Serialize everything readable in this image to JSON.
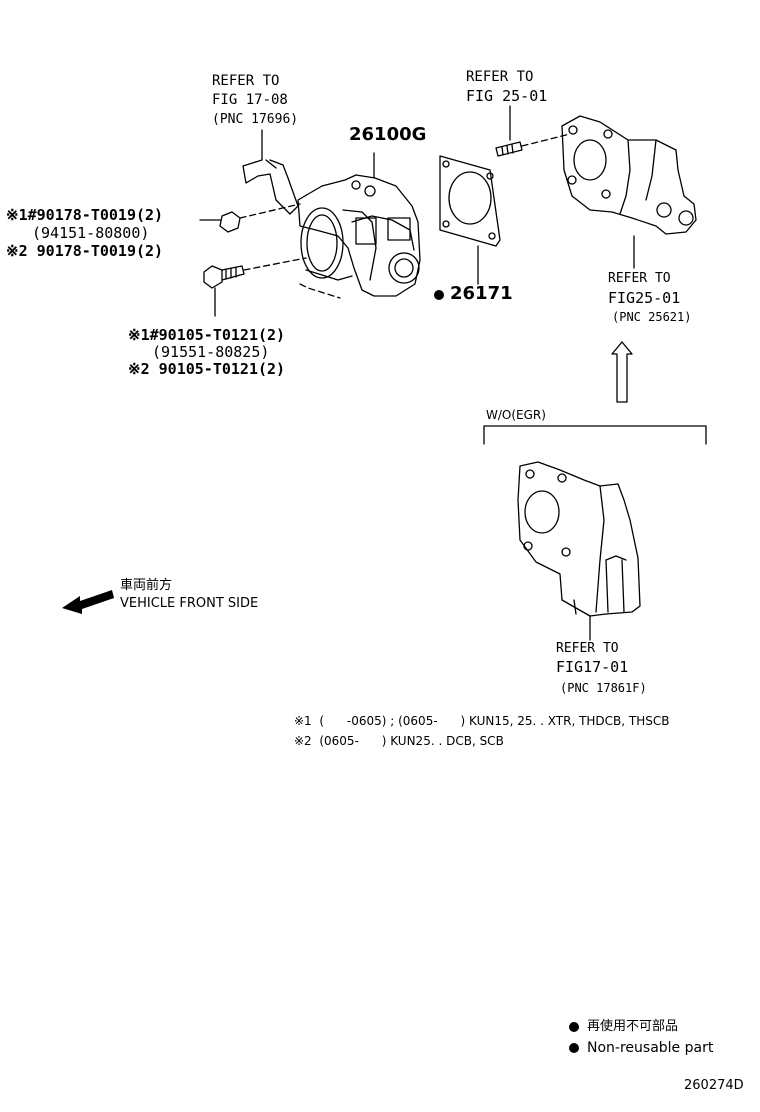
{
  "callouts": {
    "refer_top_left": [
      "REFER TO",
      "FIG 17-08",
      "(PNC 17696)"
    ],
    "refer_top_right": [
      "REFER TO",
      "FIG 25-01"
    ],
    "refer_mid_right": [
      "REFER TO",
      "FIG25-01",
      "(PNC 25621)"
    ],
    "refer_bottom": [
      "REFER TO",
      "FIG17-01",
      "(PNC 17861F)"
    ]
  },
  "parts": {
    "throttle_body": "26100G",
    "gasket": "26171",
    "nut_lines": [
      "※1#90178-T0019(2)",
      "(94151-80800)",
      "※2 90178-T0019(2)"
    ],
    "bolt_lines": [
      "※1#90105-T0121(2)",
      "(91551-80825)",
      "※2 90105-T0121(2)"
    ]
  },
  "variant_label": "W/O(EGR)",
  "front_side": {
    "jp": "車両前方",
    "en": "VEHICLE FRONT SIDE"
  },
  "footnotes": [
    "※1  (      -0605) ; (0605-      ) KUN15, 25. . XTR, THDCB, THSCB",
    "※2  (0605-      ) KUN25. . DCB, SCB"
  ],
  "legend": {
    "jp": "再使用不可部品",
    "en": "Non-reusable part"
  },
  "figure_id": "260274D"
}
